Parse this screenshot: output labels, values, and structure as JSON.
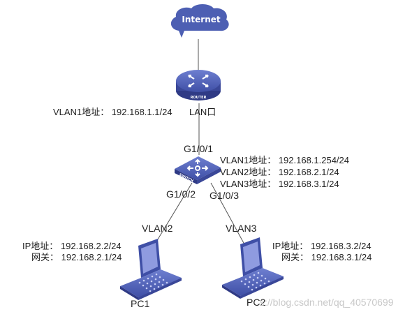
{
  "diagram": {
    "colors": {
      "device_blue": "#4a5bb0",
      "device_dark": "#2f3a85",
      "line": "#555555",
      "watermark": "#c8c8c8"
    },
    "internet": {
      "label": "Internet",
      "icon": "cloud-icon"
    },
    "router": {
      "icon": "router-icon",
      "badge": "ROUTER",
      "port_label": "LAN口",
      "address_label": "VLAN1地址： 192.168.1.1/24"
    },
    "switch": {
      "icon": "switch-icon",
      "badge": "SWITCH",
      "uplink_port": "G1/0/1",
      "port_pc1": "G1/0/2",
      "port_pc2": "G1/0/3",
      "vlan_addresses": [
        "VLAN1地址： 192.168.1.254/24",
        "VLAN2地址： 192.168.2.1/24",
        "VLAN3地址： 192.168.3.1/24"
      ]
    },
    "pc1": {
      "icon": "laptop-icon",
      "name": "PC1",
      "vlan": "VLAN2",
      "ip": "IP地址： 192.168.2.2/24",
      "gateway": "网关： 192.168.2.1/24"
    },
    "pc2": {
      "icon": "laptop-icon",
      "name": "PC2",
      "vlan": "VLAN3",
      "ip": "IP地址： 192.168.3.2/24",
      "gateway": "网关： 192.168.3.1/24"
    },
    "watermark": "s://blog.csdn.net/qq_40570699"
  }
}
